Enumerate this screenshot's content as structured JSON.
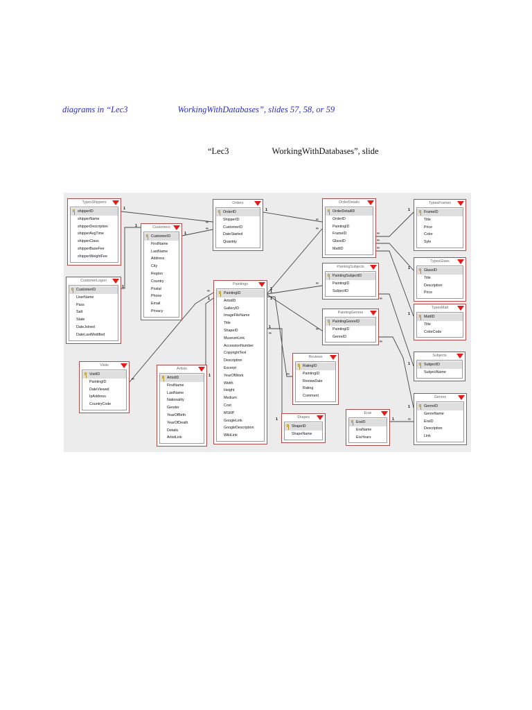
{
  "text": {
    "line1_a": "diagrams in “Lec3",
    "line1_b": "WorkingWithDatabases”, slides 57, 58, or 59",
    "line2_a": "“Lec3",
    "line2_b": "WorkingWithDatabases”, slide"
  },
  "diagram": {
    "tables": [
      {
        "id": "TypesShippers",
        "title": "TypesShippers",
        "fields": [
          "shipperID",
          "shipperName",
          "shipperDescription",
          "shipperAvgTime",
          "shipperClass",
          "shipperBaseFee",
          "shipperWeightFee"
        ],
        "pk": [
          0
        ]
      },
      {
        "id": "Customers",
        "title": "Customers",
        "fields": [
          "CustomerID",
          "FirstName",
          "LastName",
          "Address",
          "City",
          "Region",
          "Country",
          "Postal",
          "Phone",
          "Email",
          "Privacy"
        ],
        "pk": [
          0
        ]
      },
      {
        "id": "CustomerLogon",
        "title": "CustomerLogon",
        "fields": [
          "CustomerID",
          "UserName",
          "Pass",
          "Salt",
          "State",
          "DateJoined",
          "DateLastModified"
        ],
        "pk": [
          0
        ]
      },
      {
        "id": "Orders",
        "title": "Orders",
        "fields": [
          "OrderID",
          "ShipperID",
          "CustomerID",
          "DateStarted",
          "Quantity"
        ],
        "pk": [
          0
        ]
      },
      {
        "id": "OrderDetails",
        "title": "OrderDetails",
        "fields": [
          "OrderDetailID",
          "OrderID",
          "PaintingID",
          "FrameID",
          "GlassID",
          "MattID"
        ],
        "pk": [
          0
        ]
      },
      {
        "id": "TypesFrames",
        "title": "TypesFrames",
        "fields": [
          "FrameID",
          "Title",
          "Price",
          "Color",
          "Syle"
        ],
        "pk": [
          0
        ]
      },
      {
        "id": "TypesGlass",
        "title": "TypesGlass",
        "fields": [
          "GlassID",
          "Title",
          "Description",
          "Price"
        ],
        "pk": [
          0
        ]
      },
      {
        "id": "TypesMatt",
        "title": "TypesMatt",
        "fields": [
          "MattID",
          "Title",
          "ColorCode"
        ],
        "pk": [
          0
        ]
      },
      {
        "id": "PaintingSubjects",
        "title": "PaintingSubjects",
        "fields": [
          "PaintingSubjectID",
          "PaintingID",
          "SubjectID"
        ],
        "pk": [
          0
        ]
      },
      {
        "id": "PaintingGenres",
        "title": "PaintingGenres",
        "fields": [
          "PaintingGenreID",
          "PaintingID",
          "GenreID"
        ],
        "pk": [
          0
        ]
      },
      {
        "id": "Paintings",
        "title": "Paintings",
        "fields": [
          "PaintingID",
          "ArtistID",
          "GalleryID",
          "ImageFileName",
          "Title",
          "ShapeID",
          "MuseumLink",
          "AccessionNumber",
          "CopyrightText",
          "Description",
          "Excerpt",
          "YearOfWork",
          "Width",
          "Height",
          "Medium",
          "Cost",
          "MSRP",
          "GoogleLink",
          "GoogleDescription",
          "WikiLink"
        ],
        "pk": [
          0
        ]
      },
      {
        "id": "Visits",
        "title": "Visits",
        "fields": [
          "VisitID",
          "PaintingID",
          "DateViewed",
          "IpAddress",
          "CountryCode"
        ],
        "pk": [
          0
        ]
      },
      {
        "id": "Artists",
        "title": "Artists",
        "fields": [
          "ArtistID",
          "FirstName",
          "LastName",
          "Nationality",
          "Gender",
          "YearOfBirth",
          "YearOfDeath",
          "Details",
          "ArtistLink"
        ],
        "pk": [
          0
        ]
      },
      {
        "id": "Reviews",
        "title": "Reviews",
        "fields": [
          "RatingID",
          "PaintingID",
          "ReviewDate",
          "Rating",
          "Comment"
        ],
        "pk": [
          0
        ]
      },
      {
        "id": "Shapes",
        "title": "Shapes",
        "fields": [
          "ShapeID",
          "ShapeName"
        ],
        "pk": [
          0
        ]
      },
      {
        "id": "Eras",
        "title": "Eras",
        "fields": [
          "EraID",
          "EraName",
          "EraYears"
        ],
        "pk": [
          0
        ]
      },
      {
        "id": "Subjects",
        "title": "Subjects",
        "fields": [
          "SubjectID",
          "SubjectName"
        ],
        "pk": [
          0
        ]
      },
      {
        "id": "Genres",
        "title": "Genres",
        "fields": [
          "GenreID",
          "GenreName",
          "EraID",
          "Description",
          "Link"
        ],
        "pk": [
          0
        ]
      }
    ],
    "cardinality": {
      "one": "1",
      "many": "∞"
    },
    "line_color": "#444444",
    "border_color": "#b04a4a",
    "indicator_color": "#e31b1b"
  }
}
